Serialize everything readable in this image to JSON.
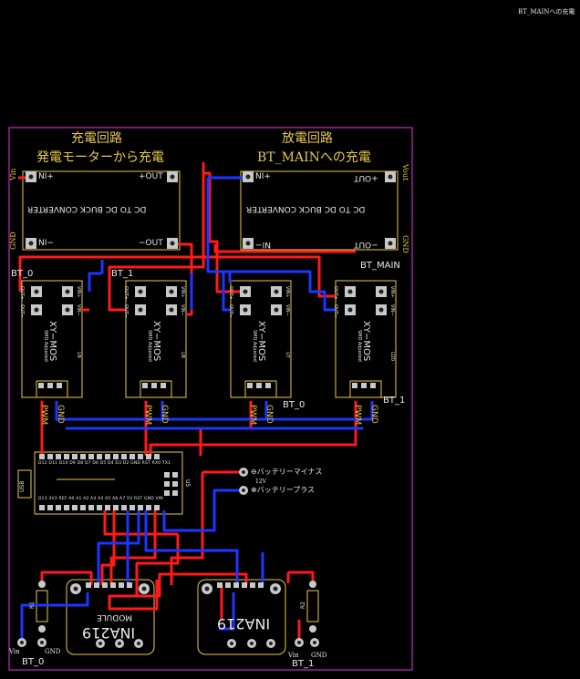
{
  "labels": {
    "top_right_note": "BT_MAINへの充電",
    "charge_circuit": "充電回路",
    "charge_sub": "発電モーターから充電",
    "discharge_circuit": "放電回路",
    "discharge_sub": "BT_MAINへの充電",
    "bt0_a": "BT_0",
    "bt1_a": "BT_1",
    "bt_main": "BT_MAIN",
    "bt0_b": "BT_0",
    "bt1_b": "BT_1",
    "bt0_c": "BT_0",
    "bt1_c": "BT_1",
    "vin_left": "Vin",
    "gnd_left": "GND",
    "vout_right": "Vout",
    "gnd_right": "GND",
    "vin_bl": "Vin",
    "gnd_bl": "GND",
    "vin_br": "Vin",
    "gnd_br": "GND",
    "battery_minus": "⊖バッテリーマイナス",
    "battery_plus": "⊕バッテリープラス",
    "v12": "12V"
  },
  "buck_converters": [
    {
      "nin_plus": "NI+",
      "out_plus": "+OUT",
      "nin_minus": "NI−",
      "out_minus": "−OUT",
      "body": "DC TO DC BUCK CONVERTER"
    },
    {
      "nin_plus": "NI+",
      "out_plus": "+OUT",
      "nin_minus": "NI−",
      "out_minus": "−OUT",
      "body": "DC TO DC BUCK CONVERTER"
    }
  ],
  "mosfet_modules": [
    {
      "name": "XY−MOS",
      "sub": "SMD Adjusted",
      "ref": "U9",
      "pwm": "PWM",
      "gnd": "GND",
      "vin_p": "VIN+",
      "vin_m": "VIN−",
      "out_p": "OUT+",
      "out_m": "OUT−"
    },
    {
      "name": "XY−MOS",
      "sub": "SMD Adjusted",
      "ref": "U8",
      "pwm": "PWM",
      "gnd": "GND",
      "vin_p": "VIN+",
      "vin_m": "VIN−",
      "out_p": "OUT+",
      "out_m": "OUT−"
    },
    {
      "name": "XY−MOS",
      "sub": "SMD Adjusted",
      "ref": "U7",
      "pwm": "PWM",
      "gnd": "GND",
      "vin_p": "VIN+",
      "vin_m": "VIN−",
      "out_p": "OUT+",
      "out_m": "OUT−"
    },
    {
      "name": "XY−MOS",
      "sub": "SMD Adjusted",
      "ref": "U20",
      "pwm": "PWM",
      "gnd": "GND",
      "vin_p": "VIN+",
      "vin_m": "VIN−",
      "out_p": "OUT+",
      "out_m": "OUT−"
    }
  ],
  "mcu": {
    "usb": "USB",
    "ref": "U5",
    "pins_top": "D12 D11 D10 D9 D8 D7 D6 D5 D4 D3 D2 GND RST RX0 TX1",
    "pins_bottom": "D13 3V3 REF A0 A1 A2 A3 A4 A5 A6 A7 5V RST GND VIN"
  },
  "ina219": [
    {
      "name": "INA219",
      "sub": "MODULE"
    },
    {
      "name": "INA219",
      "sub": ""
    }
  ],
  "resistors": [
    {
      "ref": "R1"
    },
    {
      "ref": "R2"
    }
  ],
  "colors": {
    "board": "#000000",
    "outline": "#c22bc2",
    "silk": "#e8c94a",
    "track_red": "#ff1a1a",
    "track_blue": "#1f35ff",
    "pad": "#c8c8c8"
  }
}
